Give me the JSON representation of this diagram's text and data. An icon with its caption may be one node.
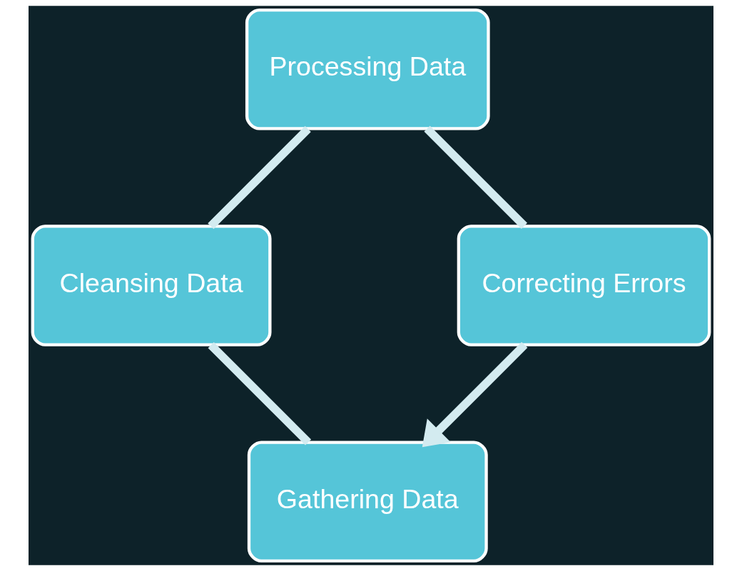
{
  "diagram": {
    "nodes": [
      {
        "text": [
          "Gathering Data"
        ]
      },
      {
        "text": [
          "Cleansing Data"
        ]
      },
      {
        "text": [
          "Processing Data"
        ]
      },
      {
        "text": [
          "Correcting Errors"
        ]
      }
    ],
    "edges": [
      {
        "from": 0,
        "to": 1,
        "arrow": "none"
      },
      {
        "from": 1,
        "to": 2,
        "arrow": "none"
      },
      {
        "from": 2,
        "to": 3,
        "arrow": "none"
      },
      {
        "from": 3,
        "to": 0,
        "arrow": "to"
      }
    ]
  }
}
